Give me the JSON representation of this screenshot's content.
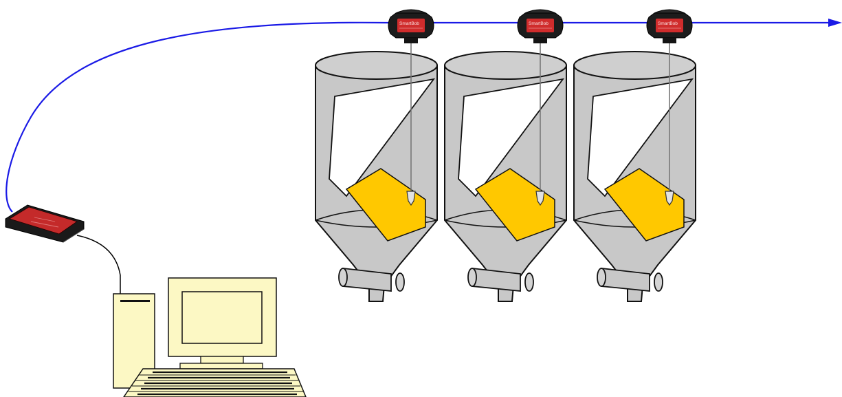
{
  "diagram": {
    "colors": {
      "network_cable": "#1a1ae6",
      "pc_cable": "#000000",
      "silo_fill": "#c8c8c8",
      "silo_outline": "#111111",
      "material": "#ffc800",
      "computer": "#fcf8c4",
      "sensor_body": "#1c1c1c",
      "sensor_label": "#d02c2c",
      "gateway_body": "#1a1a1a",
      "gateway_label": "#c42a2a"
    },
    "sensors": [
      {
        "label": "SmartBob"
      },
      {
        "label": "SmartBob"
      },
      {
        "label": "SmartBob"
      }
    ],
    "icons": {
      "gateway": "gateway-box-icon",
      "computer": "desktop-computer-icon",
      "silo": "silo-icon",
      "sensor": "level-sensor-icon",
      "arrow": "arrowhead-icon"
    }
  }
}
